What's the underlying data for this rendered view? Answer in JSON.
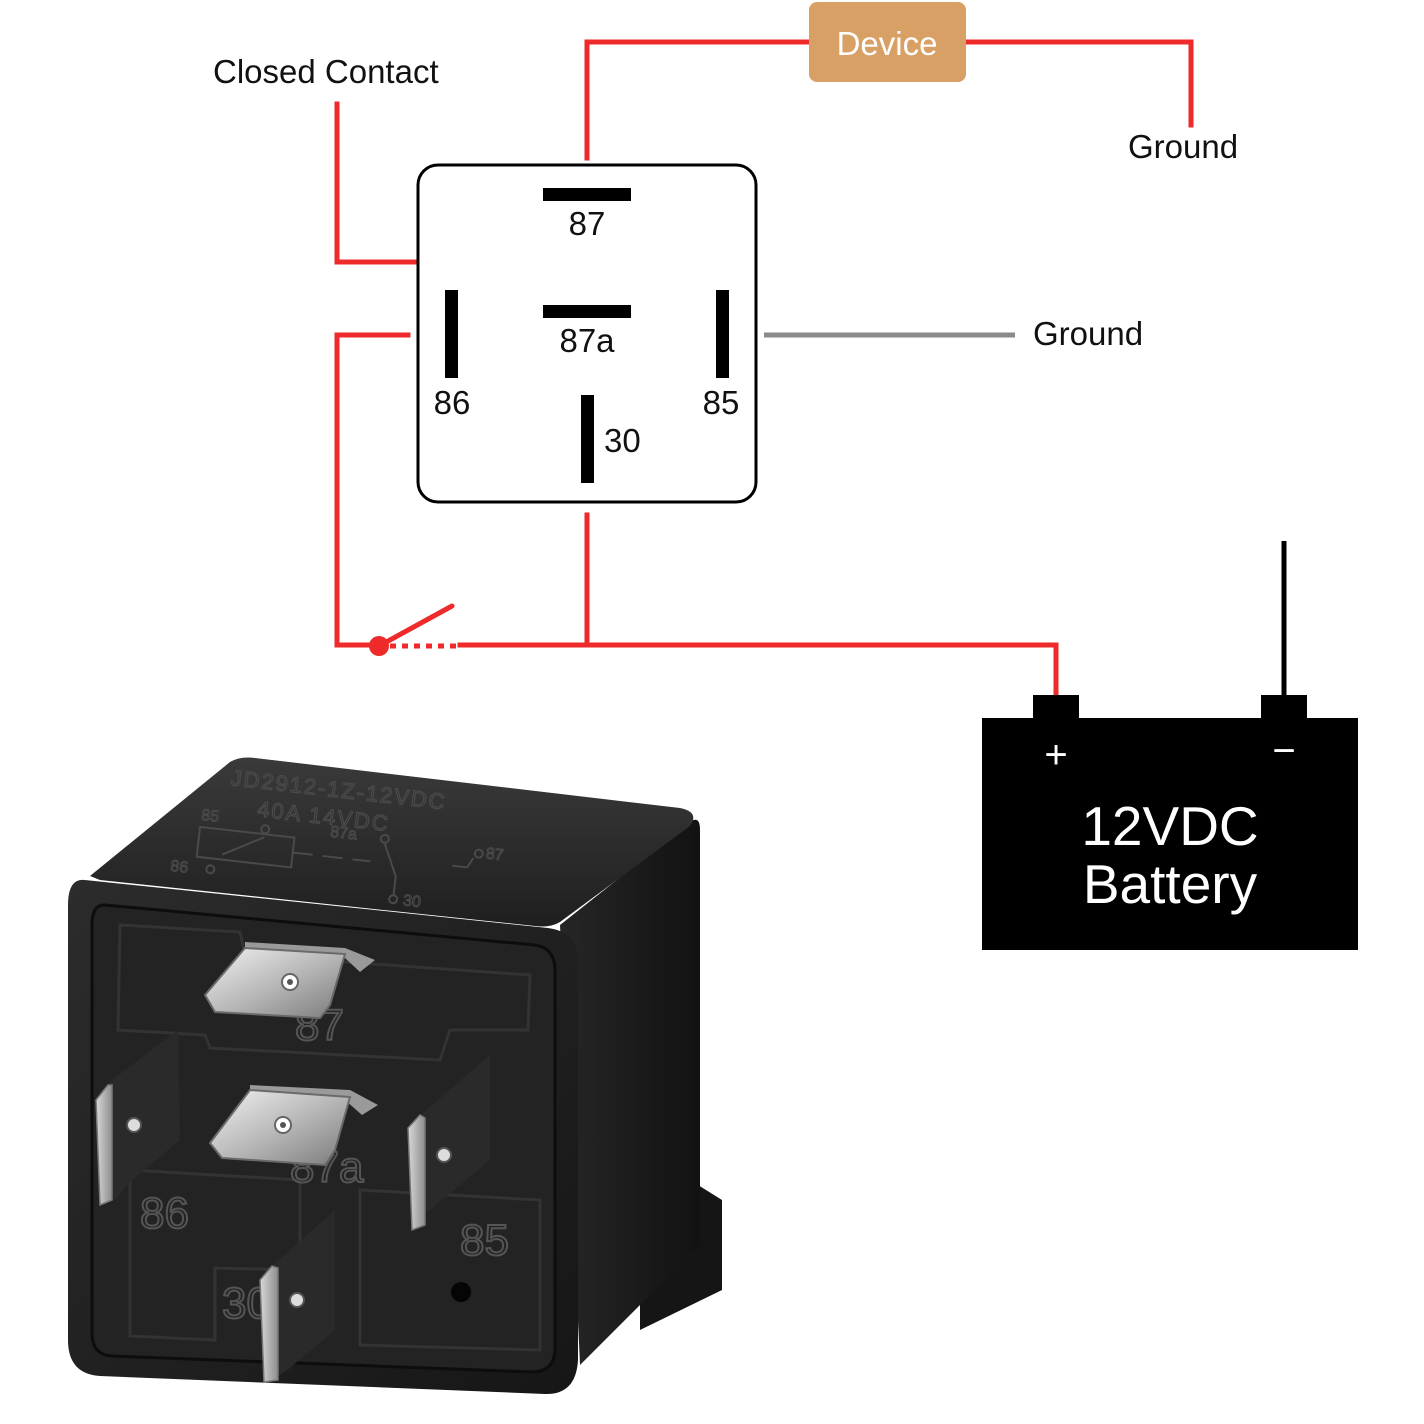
{
  "labels": {
    "device": "Device",
    "closed_contact": "Closed Contact",
    "ground_top": "Ground",
    "ground_right": "Ground"
  },
  "relay_diagram": {
    "pins": {
      "p87": "87",
      "p87a": "87a",
      "p86": "86",
      "p85": "85",
      "p30": "30"
    }
  },
  "battery": {
    "plus": "+",
    "minus": "−",
    "line1": "12VDC",
    "line2": "Battery"
  },
  "relay_photo": {
    "model": "JD2912-1Z-12VDC",
    "rating": "40A  14VDC",
    "sch_85": "85",
    "sch_86": "86",
    "sch_87a": "87a",
    "sch_87": "87",
    "sch_30": "30",
    "pin_87": "87",
    "pin_87a": "87a",
    "pin_86": "86",
    "pin_85": "85",
    "pin_30": "30"
  },
  "colors": {
    "wire_red": "#ee2a2a",
    "wire_gray": "#8a8a8a",
    "device_fill": "#d9a066",
    "device_text": "#ffffff",
    "battery_fill": "#000000",
    "relay_body": "#1e1e1e"
  }
}
